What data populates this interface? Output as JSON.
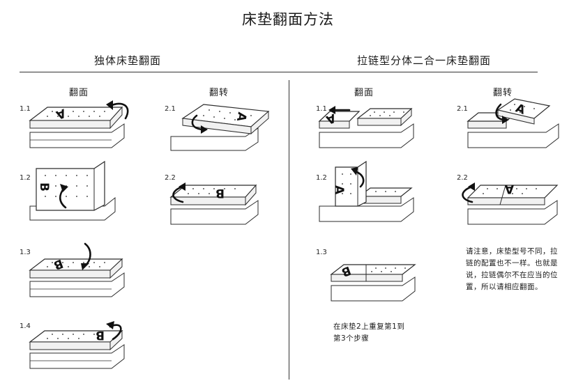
{
  "title": "床垫翻面方法",
  "left_section": {
    "heading": "独体床垫翻面",
    "col1_heading": "翻面",
    "col2_heading": "翻转",
    "steps": [
      "1.1",
      "1.2",
      "1.3",
      "1.4",
      "2.1",
      "2.2"
    ],
    "letters": [
      "A",
      "B",
      "B",
      "B",
      "A",
      "B"
    ]
  },
  "right_section": {
    "heading": "拉链型分体二合一床垫翻面",
    "col1_heading": "翻面",
    "col2_heading": "翻转",
    "steps": [
      "1.1",
      "1.2",
      "1.3",
      "2.1",
      "2.2"
    ],
    "letters": [
      "A",
      "A",
      "B",
      "A",
      "A"
    ],
    "repeat_note": [
      "在床垫2上重复第1到",
      "第3个步骤"
    ],
    "zipper_note": [
      "请注意，床垫型号不同，拉",
      "链的配置也不一样。也就是",
      "说，拉链偶尔不在应当的位",
      "置，所以请相应翻面。"
    ]
  }
}
